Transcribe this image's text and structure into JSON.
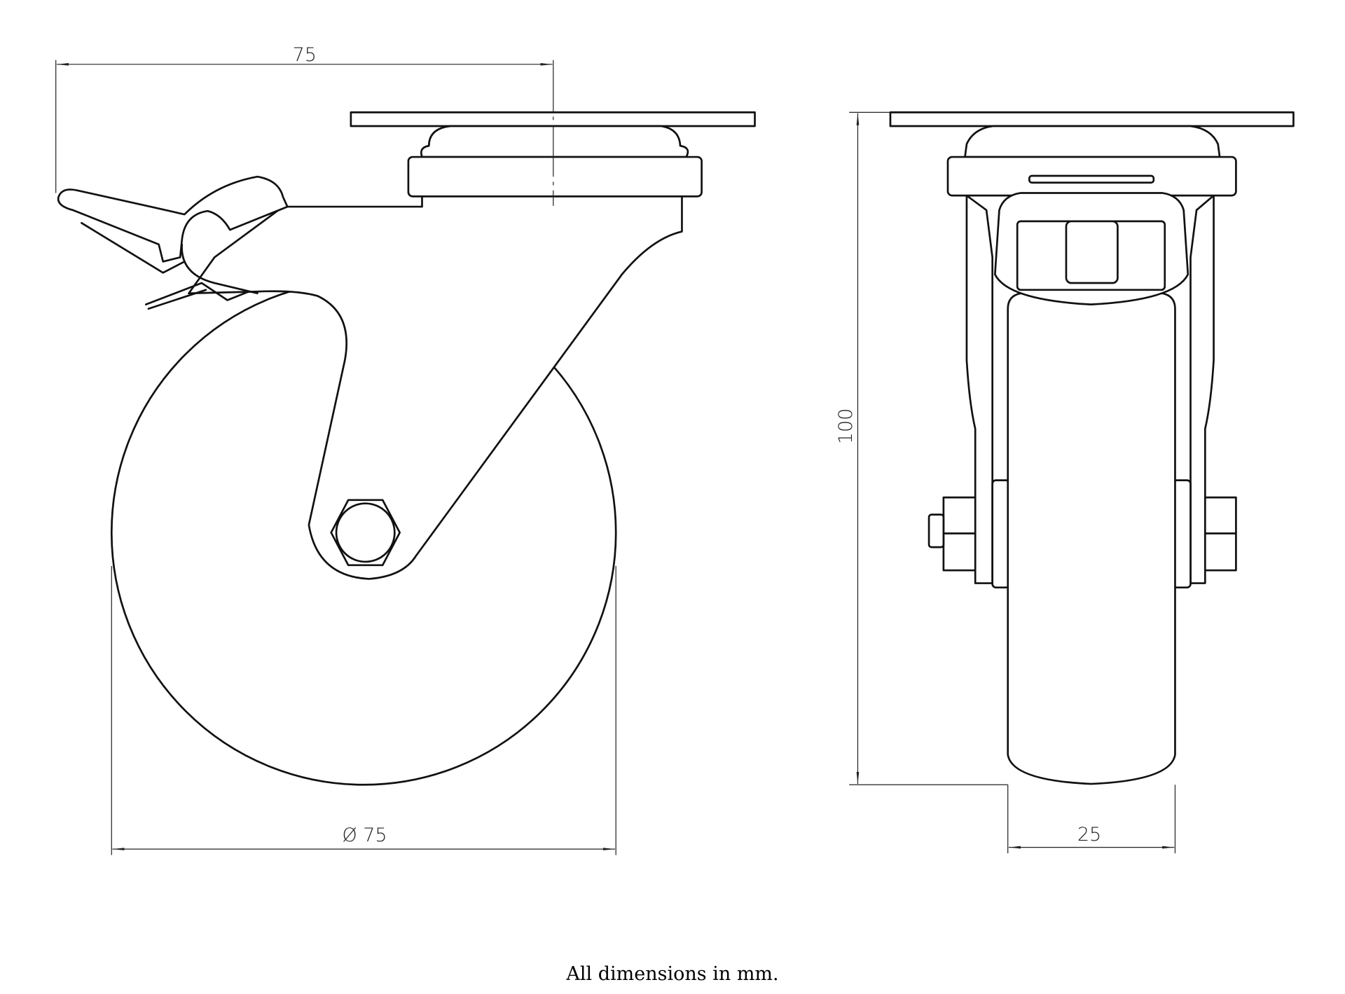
{
  "drawing": {
    "side_view": {
      "offset_dimension": "75",
      "wheel_diameter_dimension": "Ø 75"
    },
    "front_view": {
      "height_dimension": "100",
      "wheel_width_dimension": "25"
    },
    "caption": "All dimensions in mm."
  }
}
